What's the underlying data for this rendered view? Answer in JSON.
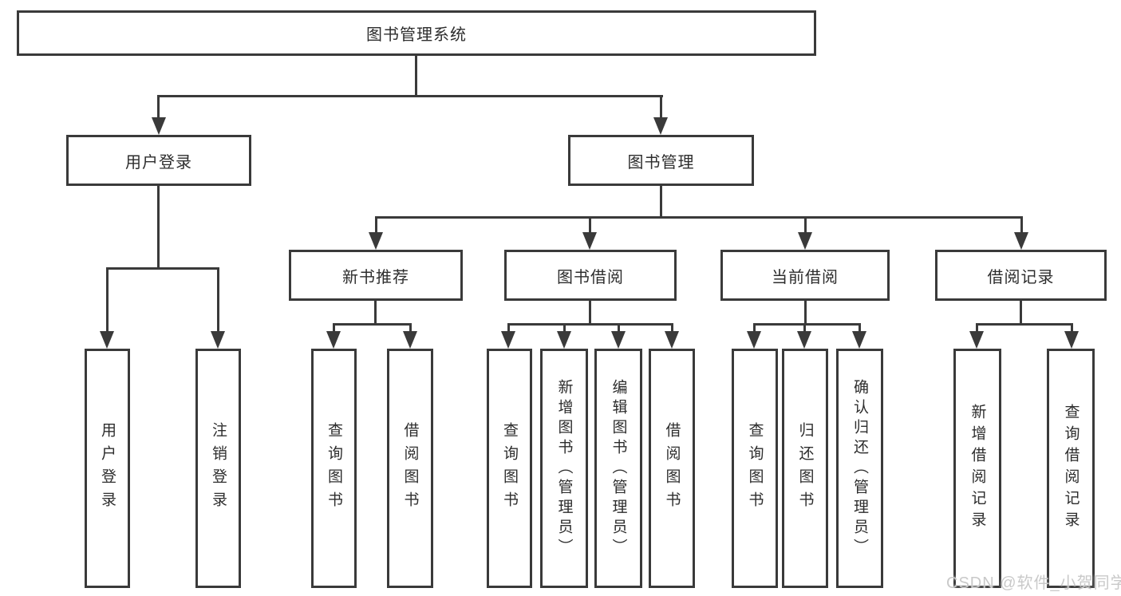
{
  "nodes": {
    "root": {
      "label": "图书管理系统"
    },
    "login": {
      "label": "用户登录"
    },
    "book_mgmt": {
      "label": "图书管理"
    },
    "new_books": {
      "label": "新书推荐"
    },
    "borrow": {
      "label": "图书借阅"
    },
    "current": {
      "label": "当前借阅"
    },
    "records": {
      "label": "借阅记录"
    },
    "login_user": {
      "label": "用户登录"
    },
    "logout": {
      "label": "注销登录"
    },
    "nb_query": {
      "label": "查询图书"
    },
    "nb_borrow": {
      "label": "借阅图书"
    },
    "bb_query": {
      "label": "查询图书"
    },
    "bb_add": {
      "label": "新增图书（管理员）"
    },
    "bb_edit": {
      "label": "编辑图书（管理员）"
    },
    "bb_borrow": {
      "label": "借阅图书"
    },
    "cb_query": {
      "label": "查询图书"
    },
    "cb_return": {
      "label": "归还图书"
    },
    "cb_confirm": {
      "label": "确认归还（管理员）"
    },
    "rec_add": {
      "label": "新增借阅记录"
    },
    "rec_query": {
      "label": "查询借阅记录"
    }
  },
  "hierarchy": {
    "图书管理系统": {
      "用户登录": [
        "用户登录",
        "注销登录"
      ],
      "图书管理": {
        "新书推荐": [
          "查询图书",
          "借阅图书"
        ],
        "图书借阅": [
          "查询图书",
          "新增图书（管理员）",
          "编辑图书（管理员）",
          "借阅图书"
        ],
        "当前借阅": [
          "查询图书",
          "归还图书",
          "确认归还（管理员）"
        ],
        "借阅记录": [
          "新增借阅记录",
          "查询借阅记录"
        ]
      }
    }
  },
  "colors": {
    "line": "#3a3a3a",
    "text": "#2d2d2d",
    "watermark_text": "#c9c9c9"
  },
  "watermark": "CSDN @软件_小贺同学"
}
